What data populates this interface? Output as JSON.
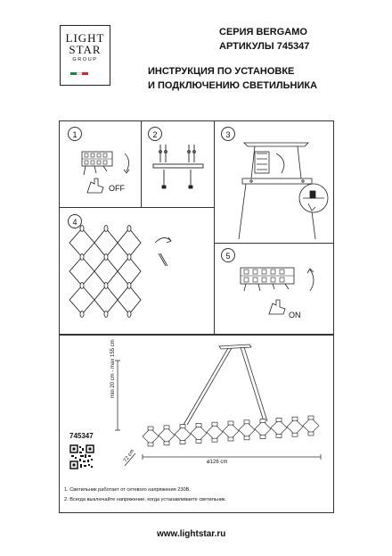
{
  "brand": {
    "line1": "LIGHT",
    "line2": "STAR",
    "line3": "GROUP",
    "flag_colors": [
      "#1b8a3a",
      "#ffffff",
      "#d6262b"
    ]
  },
  "header": {
    "series": "СЕРИЯ BERGAMO",
    "articles": "АРТИКУЛЫ 745347",
    "instruction_line1": "ИНСТРУКЦИЯ ПО УСТАНОВКЕ",
    "instruction_line2": "И ПОДКЛЮЧЕНИЮ СВЕТИЛЬНИКА"
  },
  "steps": {
    "s1": "1",
    "s2": "2",
    "s3": "3",
    "s4": "4",
    "s5": "5",
    "off_label": "OFF",
    "on_label": "ON"
  },
  "diagram": {
    "article": "745347",
    "height_dim": "min 20 cm - max 155 cm",
    "width_dim": "ø126 cm",
    "depth_dim": "72 cm"
  },
  "notes": {
    "n1": "1. Светильник работает от сетевого напряжения 230В.",
    "n2": "2. Всегда выключайте напряжение, когда устанавливаете светильник."
  },
  "footer": {
    "url": "www.lightstar.ru"
  }
}
